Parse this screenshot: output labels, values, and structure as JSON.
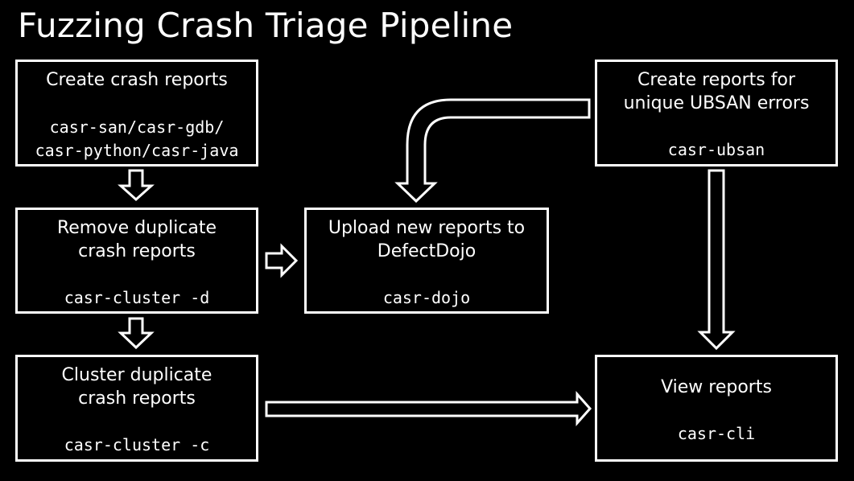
{
  "title": "Fuzzing Crash Triage Pipeline",
  "colors": {
    "background": "#000000",
    "foreground": "#ffffff"
  },
  "nodes": {
    "create": {
      "label": "Create crash reports",
      "command": "casr-san/casr-gdb/\ncasr-python/casr-java"
    },
    "dedup": {
      "label": "Remove duplicate\ncrash reports",
      "command": "casr-cluster -d"
    },
    "cluster": {
      "label": "Cluster duplicate\ncrash reports",
      "command": "casr-cluster -c"
    },
    "upload": {
      "label": "Upload new reports to\nDefectDojo",
      "command": "casr-dojo"
    },
    "ubsan": {
      "label": "Create reports for\nunique UBSAN errors",
      "command": "casr-ubsan"
    },
    "view": {
      "label": "View reports",
      "command": "casr-cli"
    }
  },
  "edges": [
    {
      "from": "Create crash reports",
      "to": "Remove duplicate crash reports"
    },
    {
      "from": "Remove duplicate crash reports",
      "to": "Cluster duplicate crash reports"
    },
    {
      "from": "Remove duplicate crash reports",
      "to": "Upload new reports to DefectDojo"
    },
    {
      "from": "Create reports for unique UBSAN errors",
      "to": "Upload new reports to DefectDojo"
    },
    {
      "from": "Create reports for unique UBSAN errors",
      "to": "View reports"
    },
    {
      "from": "Cluster duplicate crash reports",
      "to": "View reports"
    }
  ]
}
